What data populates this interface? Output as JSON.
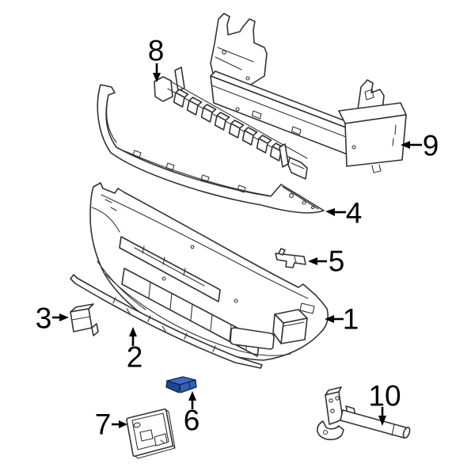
{
  "figure": {
    "background_color": "#ffffff",
    "artwork_line_color": "#333333",
    "callout_color": "#000000",
    "highlight": {
      "color_top": "#3a6ac2",
      "color_front": "#1f4795",
      "color_side": "#345fb5",
      "outline_color": "#10264d"
    },
    "callouts": [
      {
        "text": "1"
      },
      {
        "text": "2"
      },
      {
        "text": "3"
      },
      {
        "text": "4"
      },
      {
        "text": "5"
      },
      {
        "text": "6"
      },
      {
        "text": "7"
      },
      {
        "text": "8"
      },
      {
        "text": "9"
      },
      {
        "text": "10"
      }
    ]
  }
}
